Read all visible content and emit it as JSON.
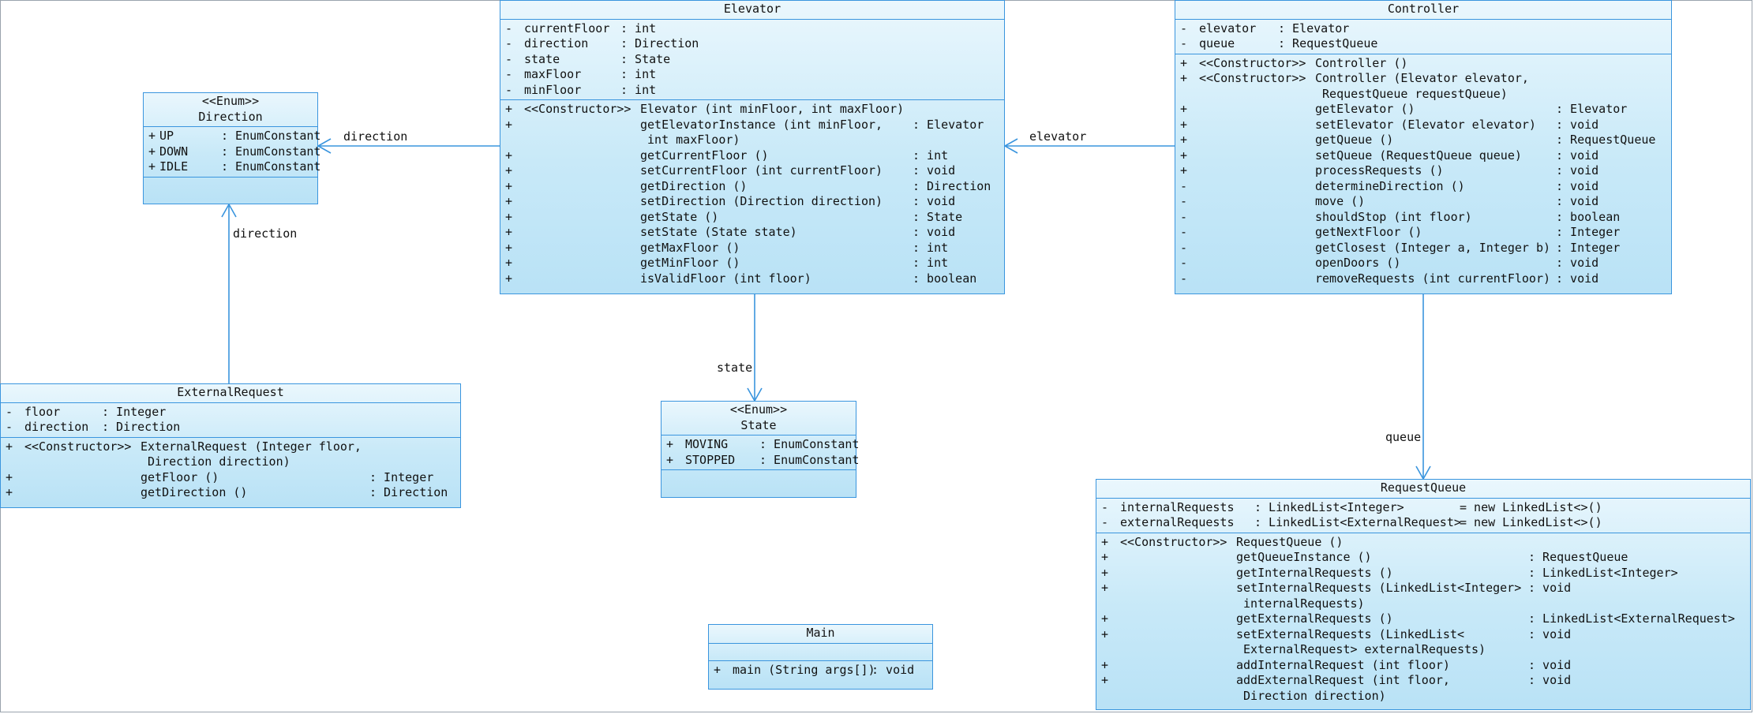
{
  "classes": {
    "direction": {
      "stereotype": "<<Enum>>",
      "name": "Direction",
      "attributes": [
        [
          "+",
          "UP",
          "EnumConstant"
        ],
        [
          "+",
          "DOWN",
          "EnumConstant"
        ],
        [
          "+",
          "IDLE",
          "EnumConstant"
        ]
      ]
    },
    "state": {
      "stereotype": "<<Enum>>",
      "name": "State",
      "attributes": [
        [
          "+",
          "MOVING",
          "EnumConstant"
        ],
        [
          "+",
          "STOPPED",
          "EnumConstant"
        ]
      ]
    },
    "elevator": {
      "name": "Elevator",
      "attributes": [
        [
          "-",
          "currentFloor",
          "int"
        ],
        [
          "-",
          "direction",
          "Direction"
        ],
        [
          "-",
          "state",
          "State"
        ],
        [
          "-",
          "maxFloor",
          "int"
        ],
        [
          "-",
          "minFloor",
          "int"
        ]
      ],
      "operations": [
        [
          "+",
          "<<Constructor>>",
          "Elevator (int minFloor, int maxFloor)",
          ""
        ],
        [
          "+",
          "",
          "getElevatorInstance (int minFloor,",
          "Elevator"
        ],
        [
          "",
          "",
          "int maxFloor)",
          ""
        ],
        [
          "+",
          "",
          "getCurrentFloor ()",
          "int"
        ],
        [
          "+",
          "",
          "setCurrentFloor (int currentFloor)",
          "void"
        ],
        [
          "+",
          "",
          "getDirection ()",
          "Direction"
        ],
        [
          "+",
          "",
          "setDirection (Direction direction)",
          "void"
        ],
        [
          "+",
          "",
          "getState ()",
          "State"
        ],
        [
          "+",
          "",
          "setState (State state)",
          "void"
        ],
        [
          "+",
          "",
          "getMaxFloor ()",
          "int"
        ],
        [
          "+",
          "",
          "getMinFloor ()",
          "int"
        ],
        [
          "+",
          "",
          "isValidFloor (int floor)",
          "boolean"
        ]
      ]
    },
    "controller": {
      "name": "Controller",
      "attributes": [
        [
          "-",
          "elevator",
          "Elevator"
        ],
        [
          "-",
          "queue",
          "RequestQueue"
        ]
      ],
      "operations": [
        [
          "+",
          "<<Constructor>>",
          "Controller ()",
          ""
        ],
        [
          "+",
          "<<Constructor>>",
          "Controller (Elevator elevator,",
          ""
        ],
        [
          "",
          "",
          "RequestQueue requestQueue)",
          ""
        ],
        [
          "+",
          "",
          "getElevator ()",
          "Elevator"
        ],
        [
          "+",
          "",
          "setElevator (Elevator elevator)",
          "void"
        ],
        [
          "+",
          "",
          "getQueue ()",
          "RequestQueue"
        ],
        [
          "+",
          "",
          "setQueue (RequestQueue queue)",
          "void"
        ],
        [
          "+",
          "",
          "processRequests ()",
          "void"
        ],
        [
          "-",
          "",
          "determineDirection ()",
          "void"
        ],
        [
          "-",
          "",
          "move ()",
          "void"
        ],
        [
          "-",
          "",
          "shouldStop (int floor)",
          "boolean"
        ],
        [
          "-",
          "",
          "getNextFloor ()",
          "Integer"
        ],
        [
          "-",
          "",
          "getClosest (Integer a, Integer b)",
          "Integer"
        ],
        [
          "-",
          "",
          "openDoors ()",
          "void"
        ],
        [
          "-",
          "",
          "removeRequests (int currentFloor)",
          "void"
        ]
      ]
    },
    "externalRequest": {
      "name": "ExternalRequest",
      "attributes": [
        [
          "-",
          "floor",
          "Integer"
        ],
        [
          "-",
          "direction",
          "Direction"
        ]
      ],
      "operations": [
        [
          "+",
          "<<Constructor>>",
          "ExternalRequest (Integer floor,",
          ""
        ],
        [
          "",
          "",
          "Direction direction)",
          ""
        ],
        [
          "+",
          "",
          "getFloor ()",
          "Integer"
        ],
        [
          "+",
          "",
          "getDirection ()",
          "Direction"
        ]
      ]
    },
    "requestQueue": {
      "name": "RequestQueue",
      "attributes": [
        [
          "-",
          "internalRequests",
          "LinkedList<Integer>",
          "= new LinkedList<>()"
        ],
        [
          "-",
          "externalRequests",
          "LinkedList<ExternalRequest>",
          "= new LinkedList<>()"
        ]
      ],
      "operations": [
        [
          "+",
          "<<Constructor>>",
          "RequestQueue ()",
          ""
        ],
        [
          "+",
          "",
          "getQueueInstance ()",
          "RequestQueue"
        ],
        [
          "+",
          "",
          "getInternalRequests ()",
          "LinkedList<Integer>"
        ],
        [
          "+",
          "",
          "setInternalRequests (LinkedList<Integer>",
          "void"
        ],
        [
          "",
          "",
          "internalRequests)",
          ""
        ],
        [
          "+",
          "",
          "getExternalRequests ()",
          "LinkedList<ExternalRequest>"
        ],
        [
          "+",
          "",
          "setExternalRequests (LinkedList<",
          "void"
        ],
        [
          "",
          "",
          "ExternalRequest> externalRequests)",
          ""
        ],
        [
          "+",
          "",
          "addInternalRequest (int floor)",
          "void"
        ],
        [
          "+",
          "",
          "addExternalRequest (int floor,",
          "void"
        ],
        [
          "",
          "",
          "Direction direction)",
          ""
        ]
      ]
    },
    "main": {
      "name": "Main",
      "operations": [
        [
          "+",
          "",
          "main (String args[])",
          "void"
        ]
      ]
    }
  },
  "associations": {
    "elevator_direction": "direction",
    "external_direction": "direction",
    "elevator_state": "state",
    "controller_elevator": "elevator",
    "controller_queue": "queue"
  },
  "colors": {
    "border": "#3a95de",
    "fill_top": "#eaf7fd",
    "fill_bottom": "#b9e2f6"
  }
}
